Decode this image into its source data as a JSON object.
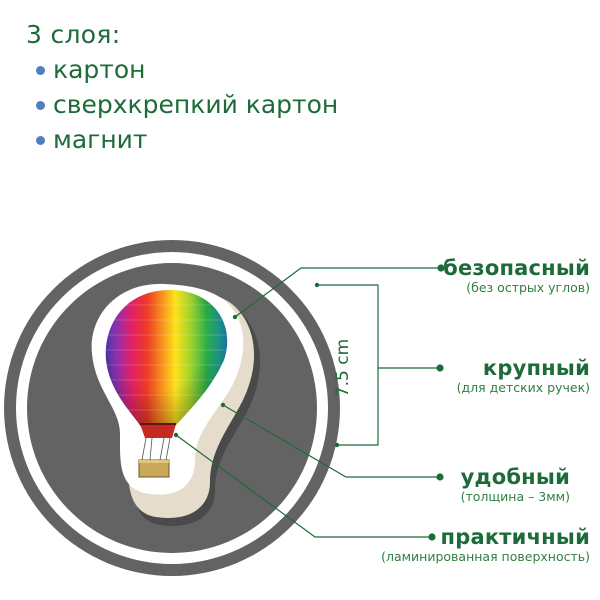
{
  "layers": {
    "title": "3 слоя:",
    "items": [
      {
        "label": "картон"
      },
      {
        "label": "сверхкрепкий картон"
      },
      {
        "label": "магнит"
      }
    ],
    "bullet_color": "#4f7fbf"
  },
  "figure": {
    "subject": "hot-air-balloon-magnet",
    "dimension_label": "7.5 cm",
    "ring_color": "#636363",
    "line_color": "#1e6b3a"
  },
  "features": [
    {
      "title": "безопасный",
      "subtitle": "(без острых углов)"
    },
    {
      "title": "крупный",
      "subtitle": "(для детских ручек)"
    },
    {
      "title": "удобный",
      "subtitle": "(толщина – 3мм)"
    },
    {
      "title": "практичный",
      "subtitle": "(ламинированная поверхность)"
    }
  ]
}
